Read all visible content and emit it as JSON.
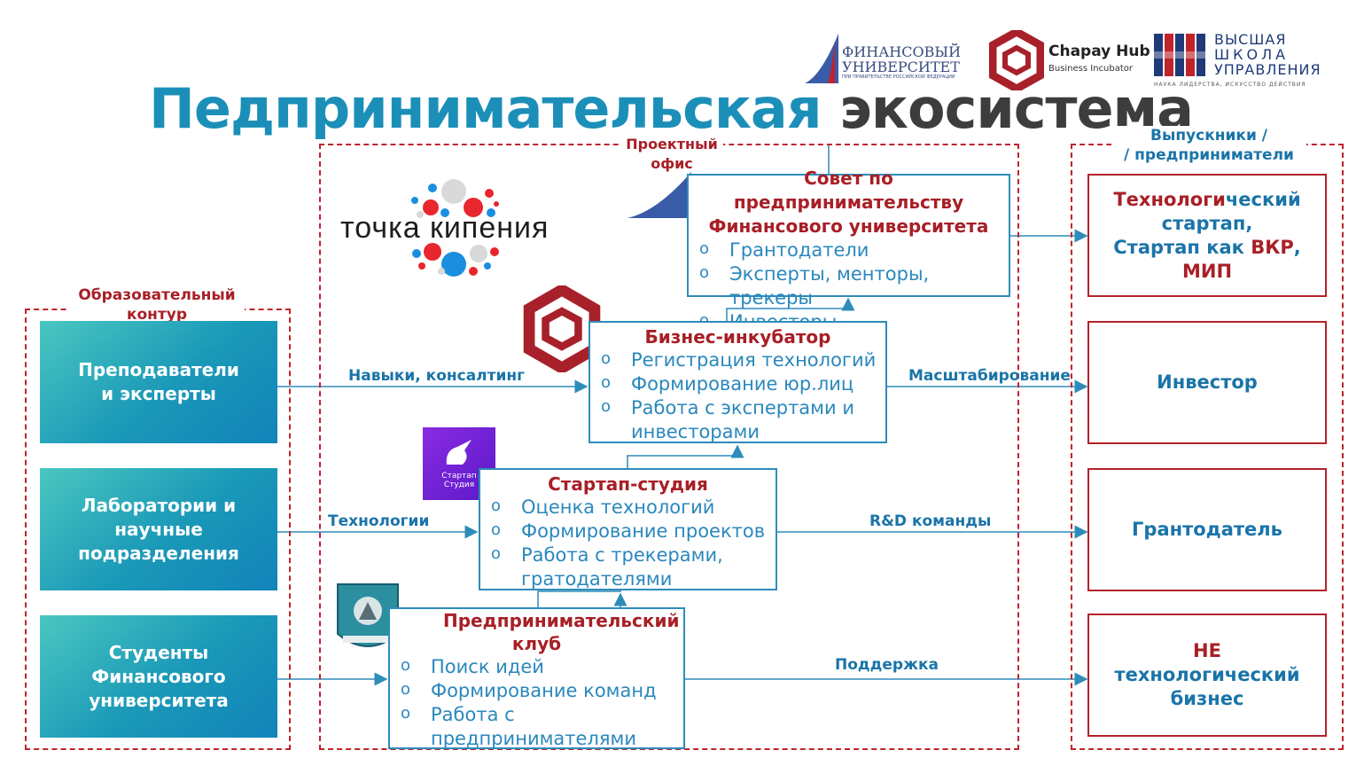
{
  "title": {
    "part1": "Педпринимательская",
    "part2": "экосистема"
  },
  "logos": {
    "fin_univ_line1": "ФИНАНСОВЫЙ",
    "fin_univ_line2": "УНИВЕРСИТЕТ",
    "fin_univ_sub": "ПРИ ПРАВИТЕЛЬСТВЕ РОССИЙСКОЙ ФЕДЕРАЦИИ",
    "chapay_name": "Chapay Hub",
    "chapay_sub": "Business Incubator",
    "vshu_line1": "ВЫСШАЯ",
    "vshu_line2": "ШКОЛА",
    "vshu_line3": "УПРАВЛЕНИЯ",
    "vshu_sub": "НАУКА ЛИДЕРСТВА, ИСКУССТВО ДЕЙСТВИЯ",
    "tochka": "точка кипения",
    "studio_line1": "Стартап",
    "studio_line2": "Студия"
  },
  "edu": {
    "label": "Образовательный контур",
    "items": [
      "Преподаватели и эксперты",
      "Лаборатории и научные подразделения",
      "Студенты Финансового университета"
    ]
  },
  "project_office": {
    "label": "Проектный офис"
  },
  "council": {
    "title": "Совет по предпринимательству Финансового университета",
    "items": [
      "Грантодатели",
      "Эксперты, менторы, трекеры",
      "Инвесторы"
    ]
  },
  "incubator": {
    "title": "Бизнес-инкубатор",
    "items": [
      "Регистрация технологий",
      "Формирование юр.лиц",
      "Работа с экспертами и инвесторами"
    ]
  },
  "studio": {
    "title": "Стартап-студия",
    "items": [
      "Оценка технологий",
      "Формирование проектов",
      "Работа с трекерами, гратодателями"
    ]
  },
  "club": {
    "title": "Предпринимательский клуб",
    "items": [
      "Поиск идей",
      "Формирование команд",
      "Работа с предпринимателями"
    ]
  },
  "flows": {
    "skills": "Навыки, консалтинг",
    "tech": "Технологии",
    "scale": "Масштабирование",
    "rd": "R&D команды",
    "support": "Поддержка"
  },
  "graduates": {
    "label": "Выпускники / / предприниматели",
    "label_line1": "Выпускники /",
    "label_line2": "/ предприниматели",
    "box1": {
      "p1": "Технологи",
      "p2": "ческий стартап,",
      "p3": "Стартап как ",
      "p4": "ВКР",
      "p5": ",",
      "p6": "МИП"
    },
    "box2": "Инвестор",
    "box3": "Грантодатель",
    "box4": {
      "p1": "НЕ ",
      "p2": "технологический бизнес"
    }
  },
  "colors": {
    "teal": "#1a98b8",
    "red": "#a81f26",
    "blue": "#2a88bd",
    "title_blue": "#1b8fb8",
    "title_dark": "#3d3d3d"
  }
}
